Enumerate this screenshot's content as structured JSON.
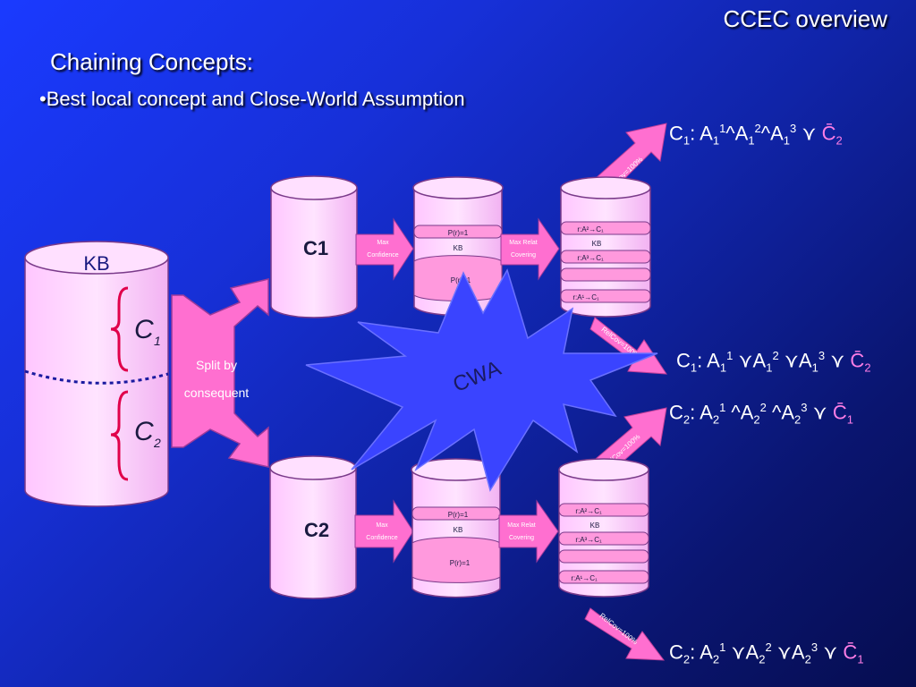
{
  "slide": {
    "title": "CCEC overview",
    "subtitle": "Chaining Concepts:",
    "bullet": "•Best local concept and Close-World Assumption"
  },
  "kb": {
    "label": "KB",
    "class1": "C",
    "class1_sub": "1",
    "class2": "C",
    "class2_sub": "2",
    "split_line1": "Split by",
    "split_line2": "consequent"
  },
  "top": {
    "cylinder_label": "C1",
    "max_conf_1": "Max",
    "max_conf_2": "Confidence",
    "pr_top": "P(r)=1",
    "kb_mid": "KB",
    "pr_bottom": "P(r)=1",
    "max_relat_1": "Max Relat",
    "max_relat_2": "Covering",
    "rule1": "r:A²→C₁",
    "rule_kb": "KB",
    "rule2": "r:A³→C₁",
    "rule3": "r:A¹→C₁",
    "relcov_a": "RelCov=100%",
    "relcov_b": "RelCov=100%"
  },
  "bottom": {
    "cylinder_label": "C2",
    "max_conf_1": "Max",
    "max_conf_2": "Confidence",
    "pr_top": "P(r)=1",
    "kb_mid": "KB",
    "pr_bottom": "P(r)=1",
    "max_relat_1": "Max Relat",
    "max_relat_2": "Covering",
    "rule1": "r:A²→C₁",
    "rule_kb": "KB",
    "rule2": "r:A³→C₁",
    "rule3": "r:A¹→C₁",
    "relcov_a": "RelCov=100%",
    "relcov_b": "RelCov=100%"
  },
  "cwa": {
    "label": "CWA"
  },
  "formulas": {
    "f1": {
      "c": "C",
      "cs": "1",
      "colon": ": ",
      "a": "A",
      "s1": "1",
      "p1": "1",
      "op1": "^",
      "s2": "1",
      "p2": "2",
      "op2": "^",
      "s3": "1",
      "p3": "3",
      "imp": " ⋎ ",
      "neg": "C̄",
      "negs": "2"
    },
    "f2": {
      "c": "C",
      "cs": "1",
      "colon": ": ",
      "a": "A",
      "s1": "1",
      "p1": "1",
      "op1": " ⋎",
      "s2": "1",
      "p2": "2",
      "op2": " ⋎",
      "s3": "1",
      "p3": "3",
      "imp": " ⋎ ",
      "neg": "C̄",
      "negs": "2"
    },
    "f3": {
      "c": "C",
      "cs": "2",
      "colon": ": ",
      "a": "A",
      "s1": "2",
      "p1": "1",
      "op1": " ^",
      "s2": "2",
      "p2": "2",
      "op2": " ^",
      "s3": "2",
      "p3": "3",
      "imp": " ⋎ ",
      "neg": "C̄",
      "negs": "1"
    },
    "f4": {
      "c": "C",
      "cs": "2",
      "colon": ": ",
      "a": "A",
      "s1": "2",
      "p1": "1",
      "op1": " ⋎",
      "s2": "2",
      "p2": "2",
      "op2": " ⋎",
      "s3": "2",
      "p3": "3",
      "imp": " ⋎ ",
      "neg": "C̄",
      "negs": "1"
    }
  },
  "colors": {
    "cylinder": "#ffd6ff",
    "arrow": "#ff66cc",
    "band": "#ff99dd",
    "star": "#3340ff",
    "brace": "#e0004a"
  }
}
